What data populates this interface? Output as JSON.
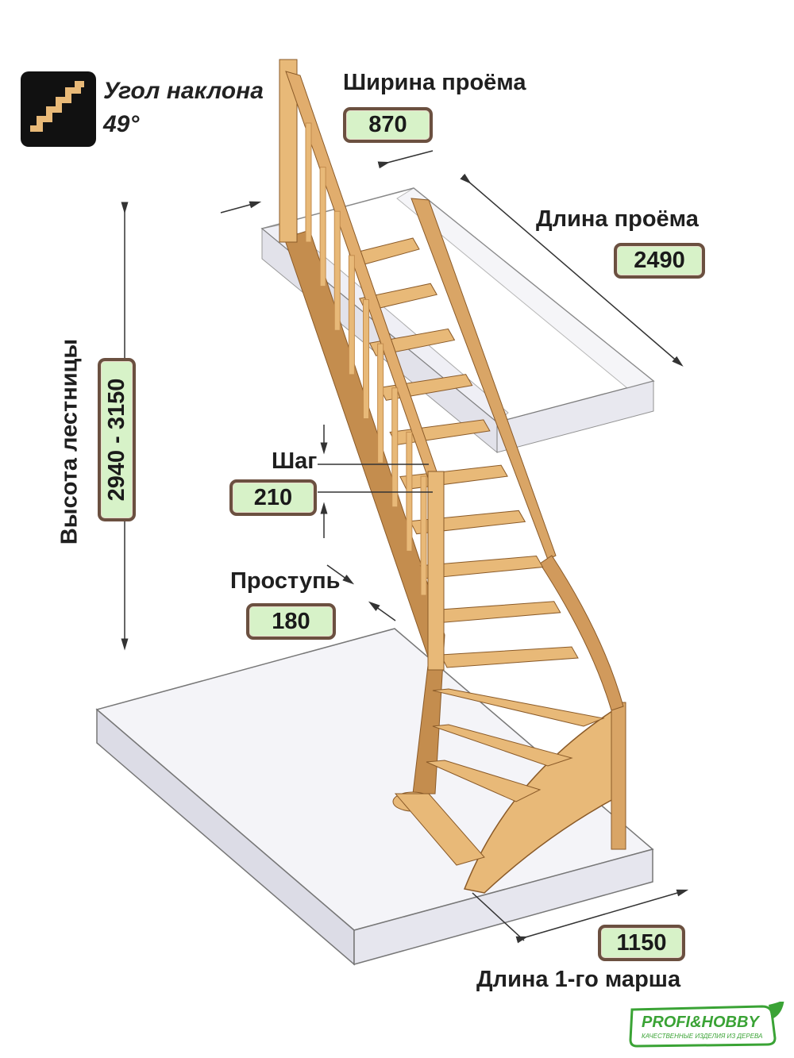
{
  "angle": {
    "title": "Угол наклона",
    "value": "49°"
  },
  "opening_width": {
    "label": "Ширина проёма",
    "value": "870"
  },
  "opening_length": {
    "label": "Длина проёма",
    "value": "2490"
  },
  "stair_height": {
    "label": "Высота лестницы",
    "value": "2940 - 3150"
  },
  "step": {
    "label": "Шаг",
    "value": "210"
  },
  "tread": {
    "label": "Проступь",
    "value": "180"
  },
  "first_flight": {
    "label": "Длина 1-го марша",
    "value": "1150"
  },
  "logo": {
    "brand": "PROFI&HOBBY",
    "tagline": "КАЧЕСТВЕННЫЕ ИЗДЕЛИЯ ИЗ ДЕРЕВА"
  },
  "colors": {
    "wood": "#e8b978",
    "wood_dark": "#c48d4e",
    "badge_fill": "#d7f2c8",
    "badge_border": "#6b5040",
    "brand_green": "#3aa335"
  }
}
